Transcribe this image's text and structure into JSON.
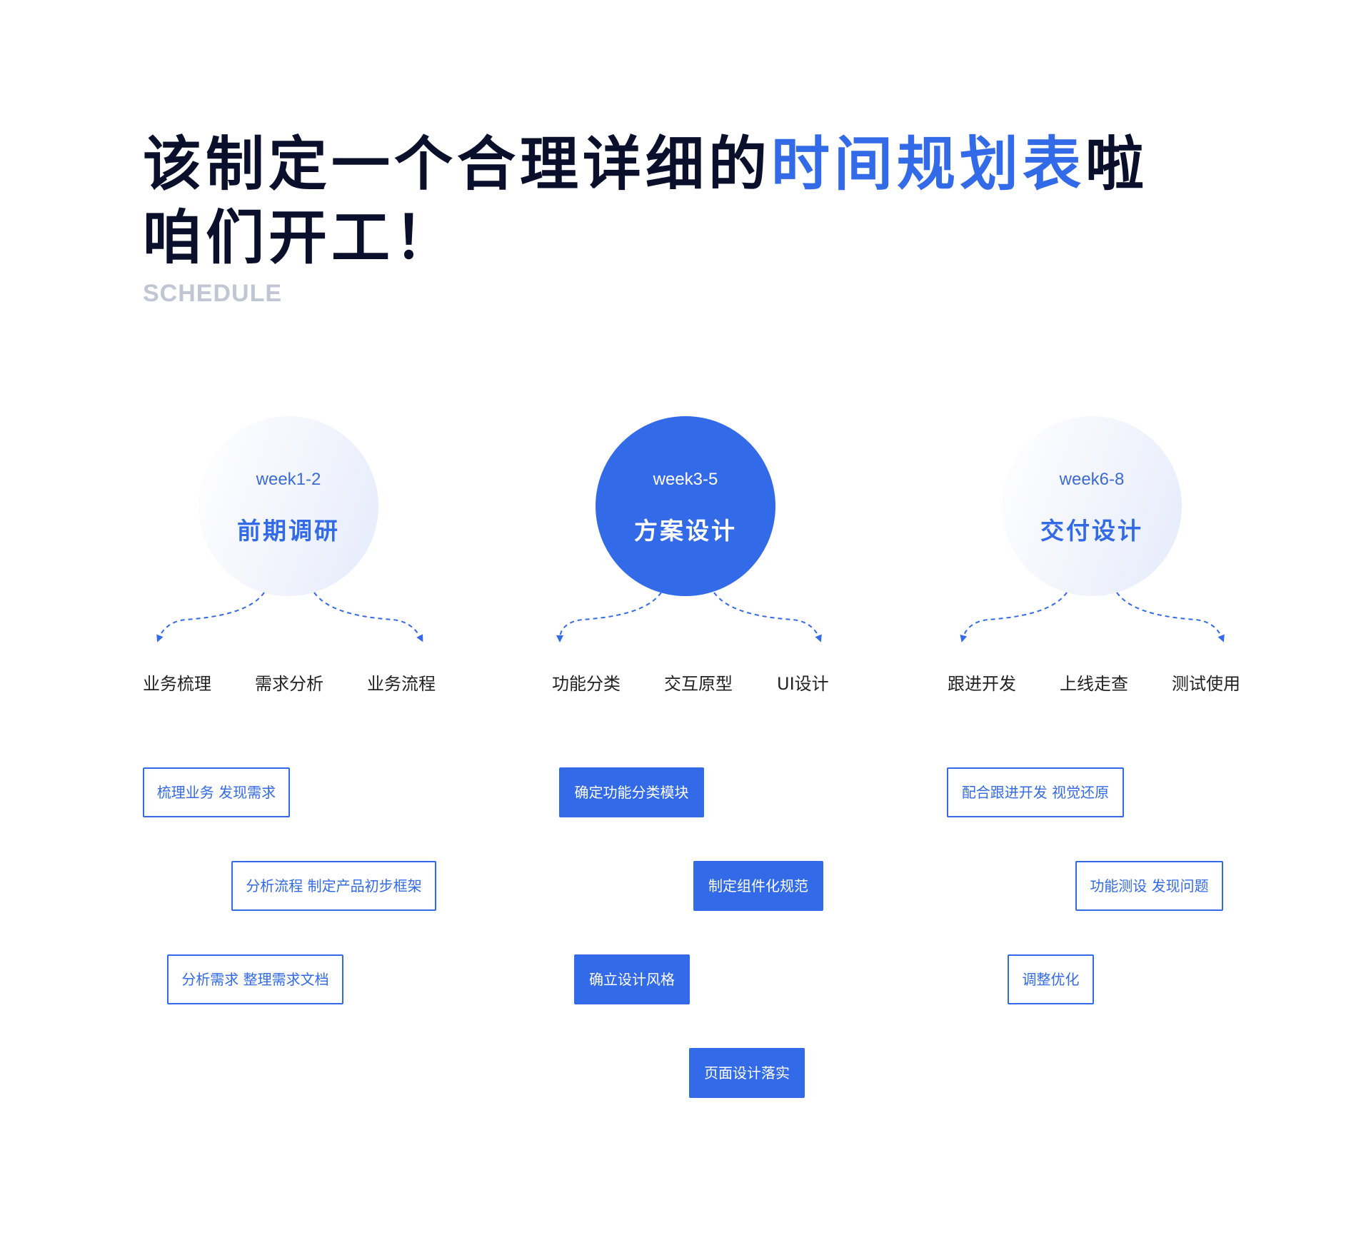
{
  "title": {
    "line1_prefix": "该制定一个合理详细的",
    "line1_highlight": "时间规划表",
    "line1_suffix": "啦",
    "line2": "咱们开工！",
    "subtitle": "SCHEDULE"
  },
  "colors": {
    "accent": "#336ae8",
    "title": "#0a0f2c",
    "subtitle": "#c0c6d4"
  },
  "phases": [
    {
      "week": "week1-2",
      "name": "前期调研",
      "items": [
        "业务梳理",
        "需求分析",
        "业务流程"
      ],
      "tasks": [
        "梳理业务 发现需求",
        "分析流程 制定产品初步框架",
        "分析需求 整理需求文档"
      ]
    },
    {
      "week": "week3-5",
      "name": "方案设计",
      "items": [
        "功能分类",
        "交互原型",
        "UI设计"
      ],
      "tasks": [
        "确定功能分类模块",
        "制定组件化规范",
        "确立设计风格",
        "页面设计落实"
      ]
    },
    {
      "week": "week6-8",
      "name": "交付设计",
      "items": [
        "跟进开发",
        "上线走查",
        "测试使用"
      ],
      "tasks": [
        "配合跟进开发 视觉还原",
        "功能测设 发现问题",
        "调整优化"
      ]
    }
  ]
}
